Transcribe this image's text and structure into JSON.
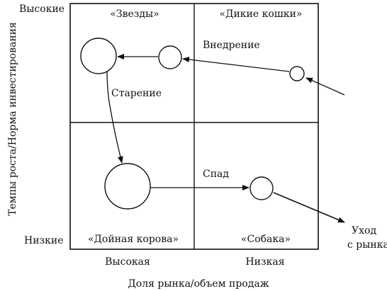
{
  "axes": {
    "y_label": "Темпы роста/Норма инвестирования",
    "y_high": "Высокие",
    "y_low": "Низкие",
    "x_label": "Доля рынка/объем продаж",
    "x_high": "Высокая",
    "x_low": "Низкая"
  },
  "quadrants": {
    "stars": "«Звезды»",
    "wildcats": "«Дикие кошки»",
    "cash_cow": "«Дойная корова»",
    "dog": "«Собака»"
  },
  "transitions": {
    "introduction": "Внедрение",
    "aging": "Старение",
    "decline": "Спад",
    "exit_line1": "Уход",
    "exit_line2": "с рынка"
  },
  "colors": {
    "ink": "#111111",
    "background": "#ffffff"
  }
}
